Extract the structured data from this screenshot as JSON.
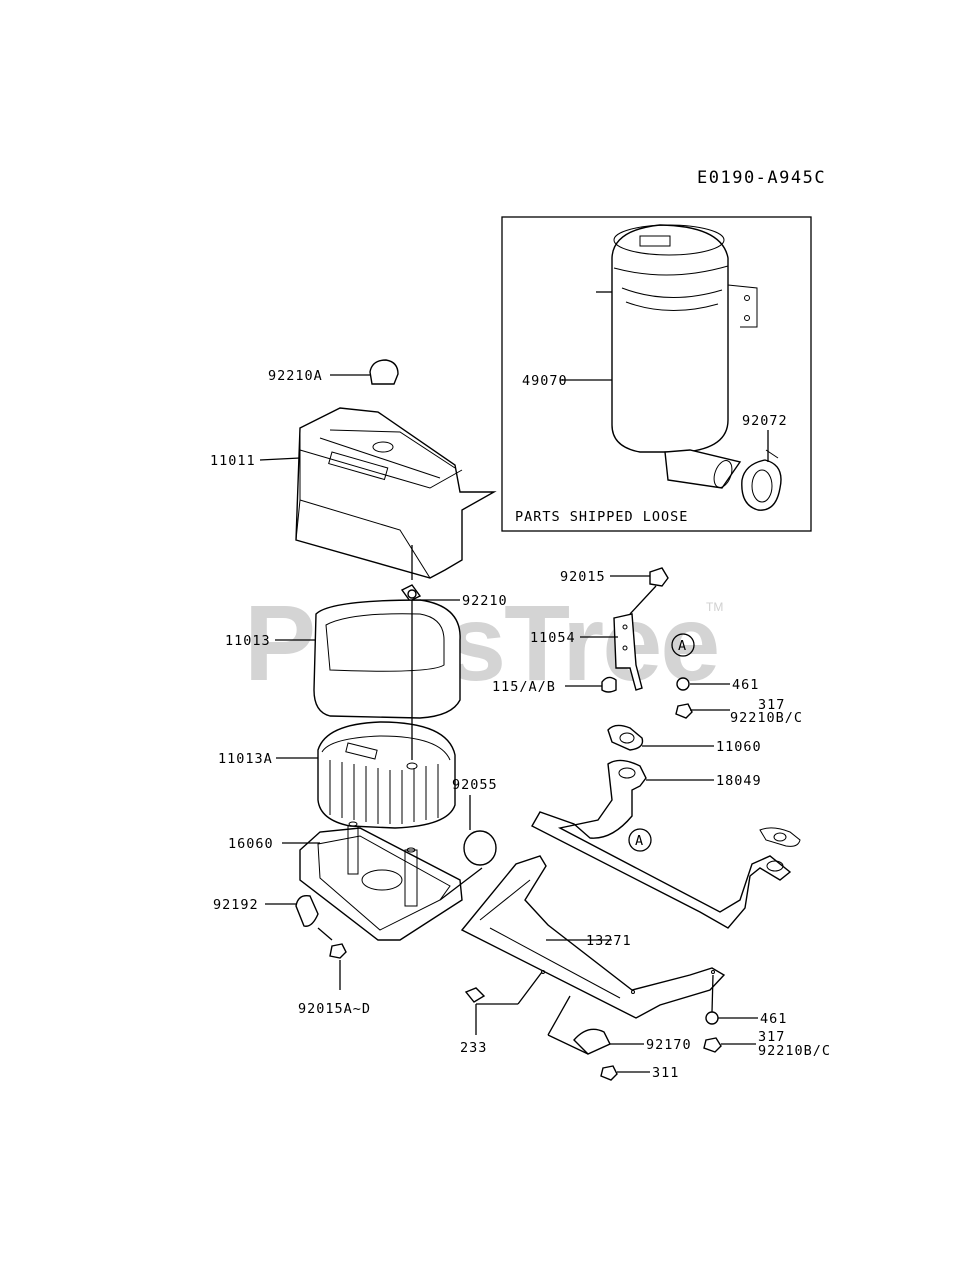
{
  "diagram_id": "E0190-A945C",
  "watermark": {
    "text": "PartsTree",
    "trademark": "TM"
  },
  "inset_box": {
    "caption": "PARTS SHIPPED LOOSE"
  },
  "callouts": {
    "c49070": "49070",
    "c92072": "92072",
    "c92210A": "92210A",
    "c11011": "11011",
    "c92210": "92210",
    "c11013": "11013",
    "c92015": "92015",
    "c11054": "11054",
    "c115AB": "115/A/B",
    "cA1": "A",
    "c461a": "461",
    "c317a": "317",
    "c92210BCa": "92210B/C",
    "c11060": "11060",
    "c18049": "18049",
    "c11013A": "11013A",
    "c92055": "92055",
    "cA2": "A",
    "c16060": "16060",
    "c92192": "92192",
    "c13271": "13271",
    "c92015AD": "92015A~D",
    "c233": "233",
    "c461b": "461",
    "c317b": "317",
    "c92210BCb": "92210B/C",
    "c92170": "92170",
    "c311": "311"
  }
}
